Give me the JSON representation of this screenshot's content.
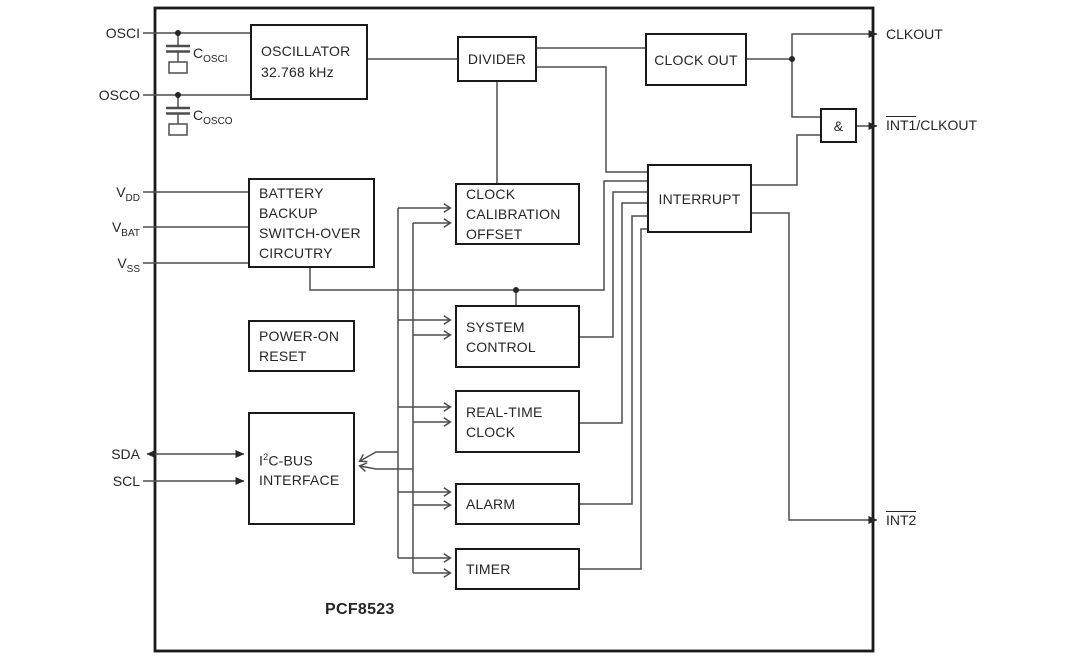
{
  "diagram": {
    "chip_label": "PCF8523",
    "colors": {
      "background": "#ffffff",
      "wire": "#4d4d4d",
      "box_border": "#1a1a1a",
      "text": "#262626"
    },
    "blocks": {
      "oscillator": {
        "lines": [
          "OSCILLATOR",
          "32.768 kHz"
        ]
      },
      "divider": {
        "label": "DIVIDER"
      },
      "clock_out": {
        "label": "CLOCK OUT"
      },
      "interrupt": {
        "label": "INTERRUPT"
      },
      "and_gate": {
        "label": "&"
      },
      "battery": {
        "lines": [
          "BATTERY",
          "BACKUP",
          "SWITCH-OVER",
          "CIRCUTRY"
        ]
      },
      "clock_cal": {
        "lines": [
          "CLOCK",
          "CALIBRATION",
          "OFFSET"
        ]
      },
      "power_on_reset": {
        "lines": [
          "POWER-ON",
          "RESET"
        ]
      },
      "system_control": {
        "lines": [
          "SYSTEM",
          "CONTROL"
        ]
      },
      "rtc": {
        "lines": [
          "REAL-TIME",
          "CLOCK"
        ]
      },
      "alarm": {
        "label": "ALARM"
      },
      "timer": {
        "label": "TIMER"
      },
      "i2c": {
        "line1_pre": "I",
        "line1_sup": "2",
        "line1_post": "C-BUS",
        "line2": "INTERFACE"
      }
    },
    "pins": {
      "osci": {
        "label": "OSCI"
      },
      "osco": {
        "label": "OSCO"
      },
      "c_osci": {
        "base": "C",
        "sub": "OSCI"
      },
      "c_osco": {
        "base": "C",
        "sub": "OSCO"
      },
      "vdd": {
        "base": "V",
        "sub": "DD"
      },
      "vbat": {
        "base": "V",
        "sub": "BAT"
      },
      "vss": {
        "base": "V",
        "sub": "SS"
      },
      "sda": {
        "label": "SDA"
      },
      "scl": {
        "label": "SCL"
      },
      "clkout": {
        "label": "CLKOUT"
      },
      "int1": {
        "overline": "INT1",
        "rest": "/CLKOUT"
      },
      "int2": {
        "overline": "INT2"
      }
    }
  }
}
